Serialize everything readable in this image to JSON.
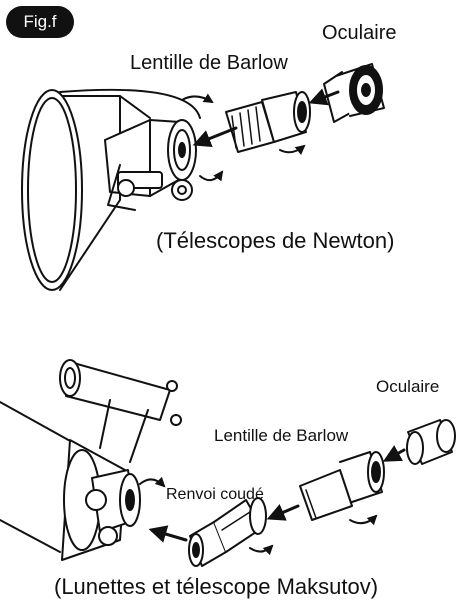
{
  "figure": {
    "badge": "Fig.f"
  },
  "newton": {
    "eyepiece_label": "Oculaire",
    "barlow_label": "Lentille de Barlow",
    "caption": "(Télescopes de Newton)"
  },
  "refractor": {
    "eyepiece_label": "Oculaire",
    "barlow_label": "Lentille de Barlow",
    "diagonal_label": "Renvoi coudé",
    "caption": "(Lunettes et télescope Maksutov)"
  }
}
